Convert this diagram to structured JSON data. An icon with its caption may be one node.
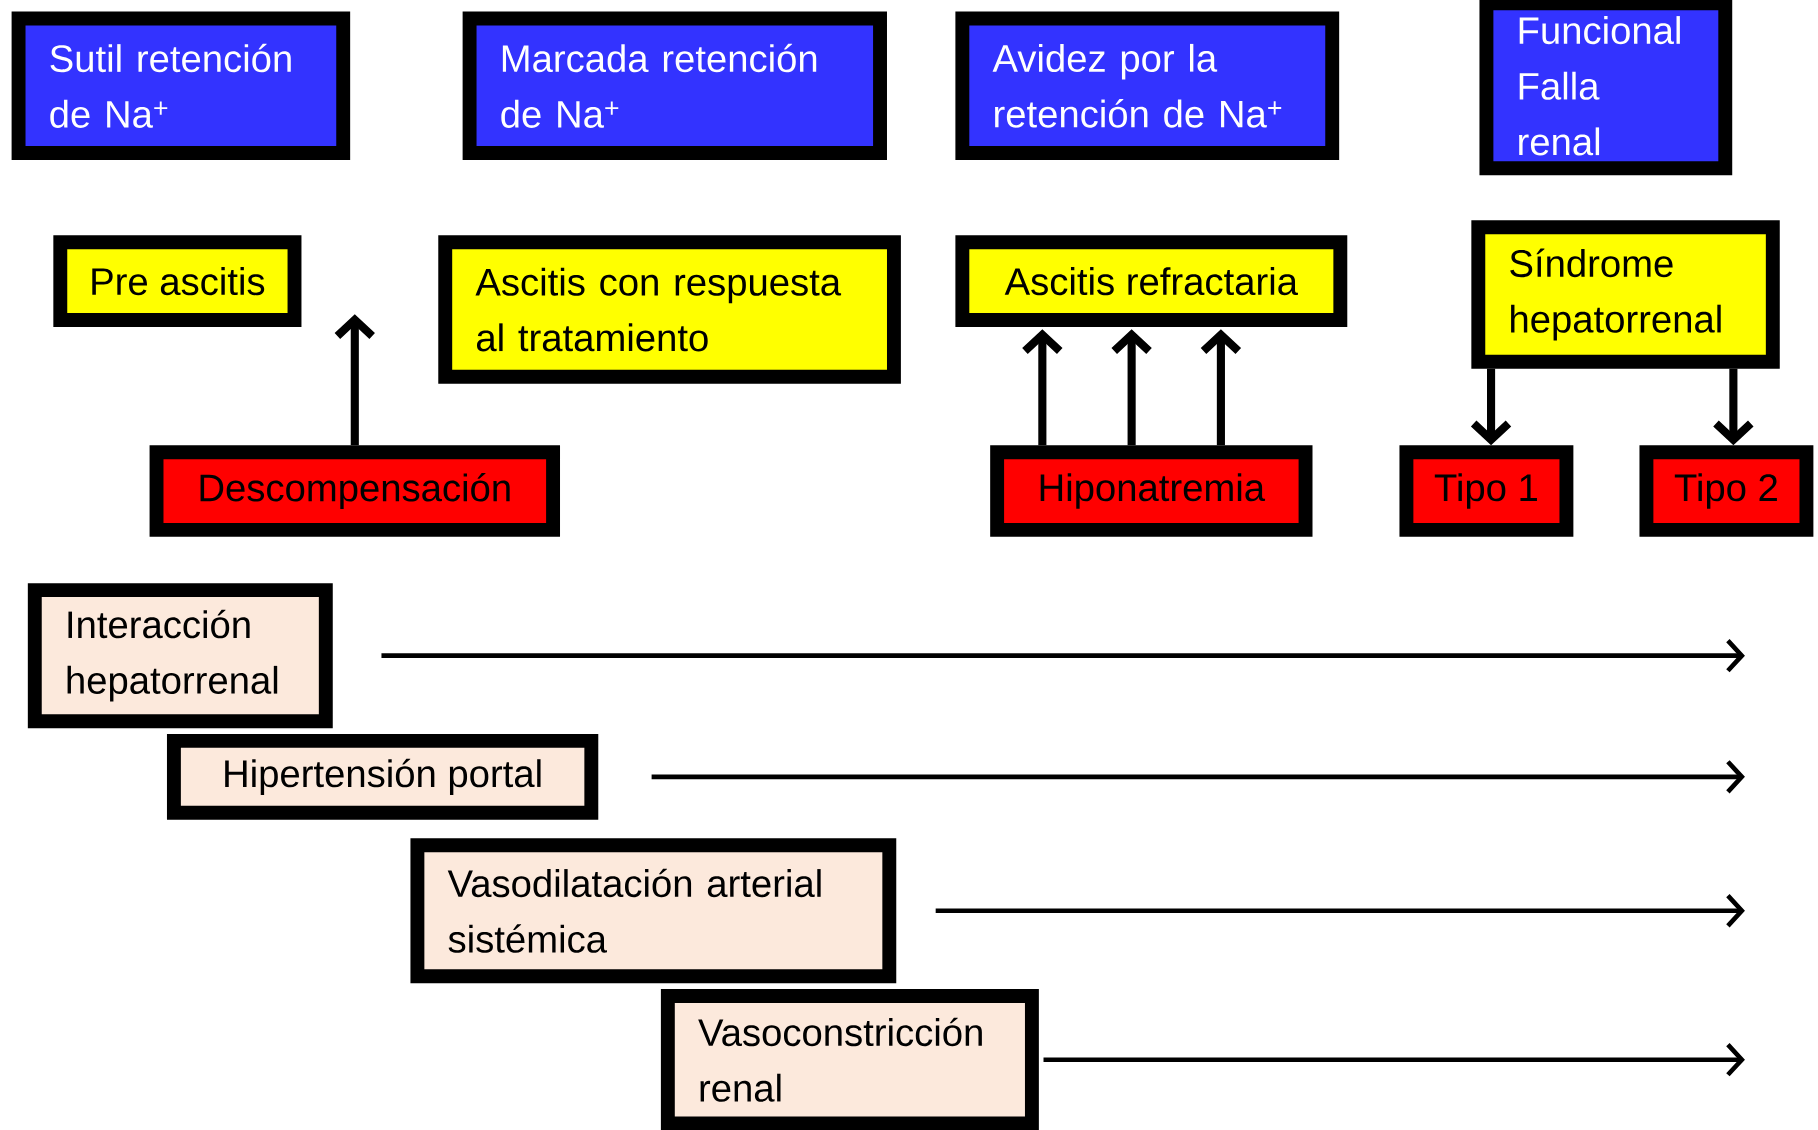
{
  "diagram": {
    "nodes": [
      {
        "text": [
          "Sutil retención de Na$^{+}$"
        ]
      },
      {
        "text": [
          "Marcada retención de Na$^{+}$"
        ]
      },
      {
        "text": [
          "Avidez por la retención de Na$^{+}$"
        ]
      },
      {
        "text": [
          "Funcional Falla renal"
        ]
      },
      {
        "text": [
          "Pre ascitis"
        ]
      },
      {
        "text": [
          "Ascitis con respuesta al tratamiento"
        ]
      },
      {
        "text": [
          "Ascitis refractaria"
        ]
      },
      {
        "text": [
          "Síndrome hepatorrenal"
        ]
      },
      {
        "text": [
          "Descompensación"
        ]
      },
      {
        "text": [
          "Hiponatremia"
        ]
      },
      {
        "text": [
          "Tipo 1"
        ]
      },
      {
        "text": [
          "Tipo 2"
        ]
      },
      {
        "text": [
          "Interacción hepatorrenal"
        ]
      },
      {
        "text": [
          "Hipertensión portal"
        ]
      },
      {
        "text": [
          "Vasodilatación arterial sistémica"
        ]
      },
      {
        "text": [
          "Vasoconstricción renal"
        ]
      }
    ],
    "edges": [
      {
        "from": 8,
        "to": null,
        "arrow": "to"
      },
      {
        "from": 9,
        "to": 6,
        "arrow": "to"
      },
      {
        "from": 9,
        "to": 6,
        "arrow": "to"
      },
      {
        "from": 9,
        "to": 6,
        "arrow": "to"
      },
      {
        "from": 7,
        "to": 10,
        "arrow": "to"
      },
      {
        "from": 7,
        "to": 11,
        "arrow": "to"
      },
      {
        "from": 12,
        "to": null,
        "arrow": "to"
      },
      {
        "from": 13,
        "to": null,
        "arrow": "to"
      },
      {
        "from": 14,
        "to": null,
        "arrow": "to"
      },
      {
        "from": 15,
        "to": null,
        "arrow": "to"
      }
    ]
  }
}
